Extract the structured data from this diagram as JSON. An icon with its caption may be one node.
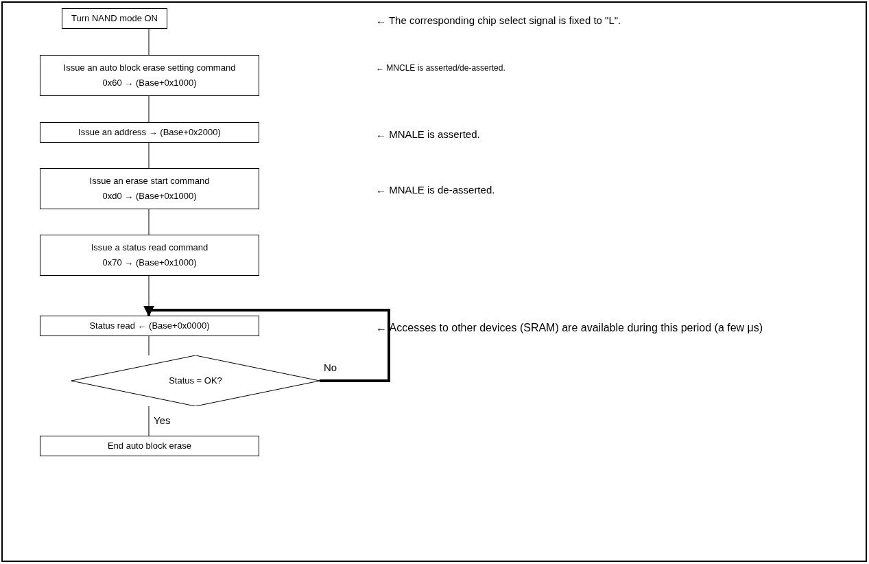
{
  "diagram": {
    "nodes": [
      {
        "text": [
          "Turn NAND mode ON"
        ]
      },
      {
        "text": [
          "Issue an auto block erase setting command",
          "0x60 → (Base+0x1000)"
        ]
      },
      {
        "text": [
          "Issue an address → (Base+0x2000)"
        ]
      },
      {
        "text": [
          "Issue an erase start command",
          "0xd0 → (Base+0x1000)"
        ]
      },
      {
        "text": [
          "Issue a status read command",
          "0x70 → (Base+0x1000)"
        ]
      },
      {
        "text": [
          "Status read ← (Base+0x0000)"
        ]
      },
      {
        "text": [
          "Status = OK?"
        ]
      },
      {
        "text": [
          "End auto block erase"
        ]
      }
    ],
    "edges": [
      {
        "from": 0,
        "to": 1,
        "arrow": "none"
      },
      {
        "from": 1,
        "to": 2,
        "arrow": "none"
      },
      {
        "from": 2,
        "to": 3,
        "arrow": "none"
      },
      {
        "from": 3,
        "to": 4,
        "arrow": "none"
      },
      {
        "from": 4,
        "to": 5,
        "arrow": "none"
      },
      {
        "from": 5,
        "to": 6,
        "arrow": "none"
      },
      {
        "from": 6,
        "to": 7,
        "arrow": "none",
        "label": "Yes"
      },
      {
        "from": 6,
        "to": 5,
        "arrow": "to",
        "label": "No",
        "style": "thick"
      }
    ],
    "labels": [
      "← The corresponding chip select signal is fixed to \"L\".",
      "← MNCLE is asserted/de-asserted.",
      "← MNALE is asserted.",
      "← MNALE is de-asserted.",
      "← Accesses to other devices (SRAM) are available during this period (a few μs)"
    ]
  }
}
